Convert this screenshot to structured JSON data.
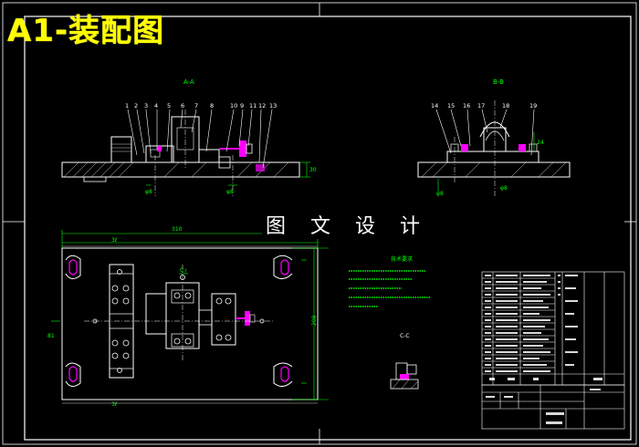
{
  "banner_title": "A1-装配图",
  "watermark": "图 文 设 计",
  "views": {
    "front_label": "A-A",
    "side_label": "B-B",
    "section_label": "C-C"
  },
  "balloons_left": [
    "1",
    "2",
    "3",
    "4",
    "5",
    "6",
    "7",
    "8",
    "10",
    "9",
    "11",
    "12",
    "13"
  ],
  "balloons_right": [
    "14",
    "15",
    "16",
    "17",
    "18",
    "19"
  ],
  "dimensions": {
    "overall_width": "310",
    "height_right": "208",
    "left_height": "81",
    "top_inner": "3ℓ",
    "bottom_inner": "3ℓ"
  },
  "notes_title": "技术要求",
  "colors": {
    "drawing_line": "#ffffff",
    "dimension": "#00ff00",
    "part_fill": "#ff00ff",
    "balloon": "#ffffff",
    "banner": "#ffff00",
    "frame": "#ffffff"
  }
}
